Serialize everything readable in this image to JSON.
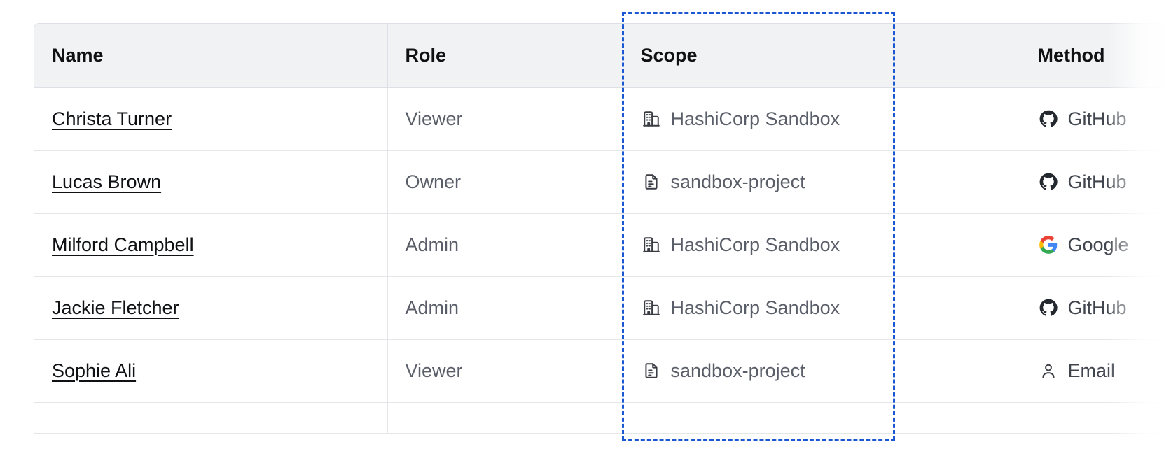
{
  "table": {
    "columns": [
      {
        "key": "name",
        "label": "Name"
      },
      {
        "key": "role",
        "label": "Role"
      },
      {
        "key": "scope",
        "label": "Scope"
      },
      {
        "key": "method",
        "label": "Method"
      }
    ],
    "rows": [
      {
        "name": "Christa Turner",
        "role": "Viewer",
        "scope": {
          "icon": "organization-icon",
          "label": "HashiCorp Sandbox"
        },
        "method": {
          "icon": "github-icon",
          "label": "GitHub"
        }
      },
      {
        "name": "Lucas Brown",
        "role": "Owner",
        "scope": {
          "icon": "project-icon",
          "label": "sandbox-project"
        },
        "method": {
          "icon": "github-icon",
          "label": "GitHub"
        }
      },
      {
        "name": "Milford Campbell",
        "role": "Admin",
        "scope": {
          "icon": "organization-icon",
          "label": "HashiCorp Sandbox"
        },
        "method": {
          "icon": "google-icon",
          "label": "Google"
        }
      },
      {
        "name": "Jackie Fletcher",
        "role": "Admin",
        "scope": {
          "icon": "organization-icon",
          "label": "HashiCorp Sandbox"
        },
        "method": {
          "icon": "github-icon",
          "label": "GitHub"
        }
      },
      {
        "name": "Sophie Ali",
        "role": "Viewer",
        "scope": {
          "icon": "project-icon",
          "label": "sandbox-project"
        },
        "method": {
          "icon": "email-user-icon",
          "label": "Email"
        }
      }
    ]
  },
  "selection": {
    "target_column": "Scope",
    "outline_color": "#1b56d3",
    "style": "dashed"
  },
  "colors": {
    "header_background": "#f1f2f4",
    "header_text": "#0f1114",
    "body_text": "#595e68",
    "link_text": "#0f1114",
    "border": "#dcdfe5",
    "row_border": "#e4e6ea",
    "icon": "#3b3d45",
    "selection": "#1b56d3"
  }
}
